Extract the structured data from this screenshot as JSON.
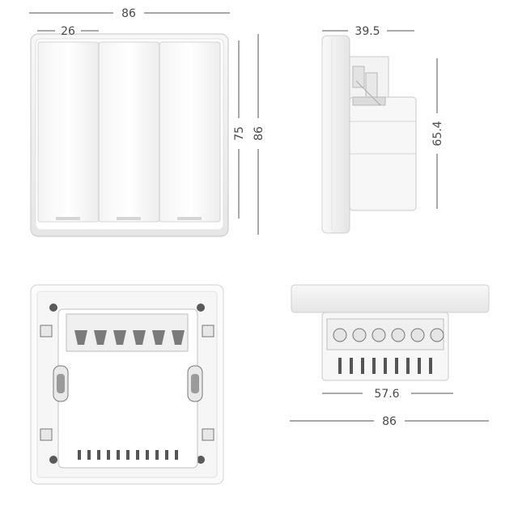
{
  "dimensions": {
    "front_width": "86",
    "rocker_width": "26",
    "front_inner_height": "75",
    "front_outer_height": "86",
    "side_depth": "39.5",
    "side_height": "65.4",
    "bottom_inner_width": "57.6",
    "bottom_outer_width": "86"
  },
  "colors": {
    "line": "#555555",
    "body": "#ffffff",
    "frame": "#f2f2f2",
    "edge": "#d0d0d0",
    "shadow": "#b8b8b8",
    "dark": "#5a5a5a"
  }
}
